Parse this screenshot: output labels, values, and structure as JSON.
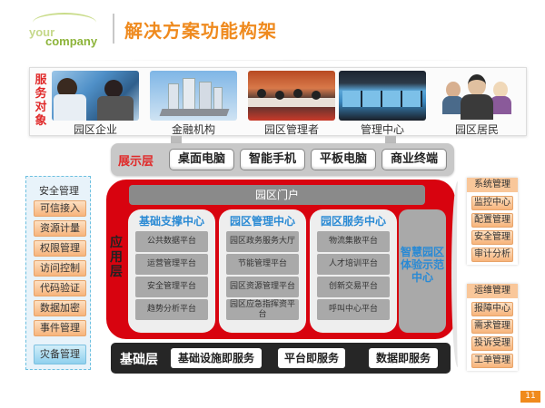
{
  "header": {
    "logo": {
      "line1": "your",
      "line2": "company"
    },
    "title": "解决方案功能构架"
  },
  "service_objects": {
    "label": "服务对象",
    "items": [
      {
        "label": "园区企业",
        "image": "business-people-photo"
      },
      {
        "label": "金融机构",
        "image": "buildings-model-photo"
      },
      {
        "label": "园区管理者",
        "image": "meeting-photo"
      },
      {
        "label": "管理中心",
        "image": "control-room-photo"
      },
      {
        "label": "园区居民",
        "image": "residents-avatars"
      }
    ]
  },
  "display_layer": {
    "label": "展示层",
    "items": [
      "桌面电脑",
      "智能手机",
      "平板电脑",
      "商业终端"
    ]
  },
  "application_layer": {
    "label": "应用层",
    "portal": "园区门户",
    "centers": [
      {
        "title": "基础支撑中心",
        "platforms": [
          "公共数据平台",
          "运营管理平台",
          "安全管理平台",
          "趋势分析平台"
        ]
      },
      {
        "title": "园区管理中心",
        "platforms": [
          "园区政务服务大厅",
          "节能管理平台",
          "园区资源管理平台",
          "园区应急指挥资平台"
        ]
      },
      {
        "title": "园区服务中心",
        "platforms": [
          "物流集散平台",
          "人才培训平台",
          "创新交易平台",
          "呼叫中心平台"
        ]
      }
    ],
    "demo_center": "智慧园区体验示范中心"
  },
  "base_layer": {
    "label": "基础层",
    "items": [
      "基础设施即服务",
      "平台即服务",
      "数据即服务"
    ]
  },
  "security_panel": {
    "title": "安全管理",
    "items": [
      "可信接入",
      "资源计量",
      "权限管理",
      "访问控制",
      "代码验证",
      "数据加密",
      "事件管理"
    ],
    "footer": "灾备管理"
  },
  "system_panel": {
    "title": "系统管理",
    "items": [
      "监控中心",
      "配置管理",
      "安全管理",
      "审计分析"
    ]
  },
  "ops_panel": {
    "title": "运维管理",
    "items": [
      "报障中心",
      "需求管理",
      "投诉受理",
      "工单管理"
    ]
  },
  "page_number": "11",
  "colors": {
    "title": "#ef8a1e",
    "app_red": "#d8030f",
    "center_blue": "#2a8ad4",
    "accent_red": "#e02a2a",
    "page_badge": "#f08a1c"
  }
}
